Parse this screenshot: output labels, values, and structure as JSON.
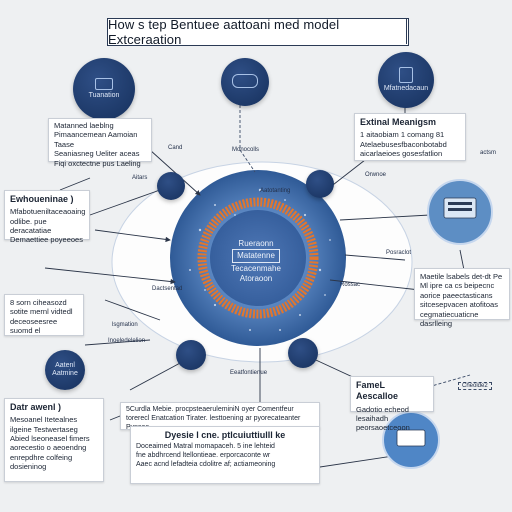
{
  "title": "How s tep Bentuee aattoani med model Extceraation",
  "core": {
    "line1": "Rueraonn",
    "line2": "Matatenne",
    "line3": "Tecacenmahe",
    "line4": "Atoraoon"
  },
  "nodes": {
    "top_left": "Tuanation",
    "top_right": "Mfatnedacaun",
    "bottom_left_line1": "Aatenl",
    "bottom_left_line2": "Aatmine"
  },
  "cards": {
    "top_left": {
      "lines": [
        "Matanned laeblng",
        "Pimaancemean Aamoian Taase",
        "Seaniasneg Ueliter aceas",
        "Fiqi oxctectne pus Laeling"
      ]
    },
    "top_right": {
      "heading": "Extinal Meanigsm",
      "lines": [
        "1 aitaobiam 1 comang 81",
        "Atelaebusesfbaconbotabd",
        "aicarlaeioes gosesfatlion"
      ]
    },
    "left": {
      "heading": "Ewhoueninae )",
      "lines": [
        "Mfabotueniltaceaoaing",
        "odlibe. pue deracatatiae",
        "Demaettiee poyeeoes"
      ]
    },
    "left_mid": {
      "lines": [
        "8 sorn ciheasozd",
        "sotite mernl vidtedl",
        "deceoseesree suomd el"
      ]
    },
    "right": {
      "lines": [
        "Maetile lsabels det-dt Pe",
        "Ml ipre ca cs beipecnc",
        "aorice paeectasticans",
        "sitcesepvacen atofitoas",
        "cegmatiecuaticne dasrlleing"
      ]
    },
    "right_bottom": {
      "heading": "FameL Aescalloe",
      "lines": [
        "Gadotio echeod lesaihadh",
        "peorsaoetceoon"
      ]
    },
    "bottom_left": {
      "heading": "Datr awenl )",
      "lines": [
        "Mesoanel Itetealnes",
        "ilgeine Testwertaseg",
        "Abied lseoneasel fimers",
        "aorecestio o aeoendng",
        "enrepdhre colfeing",
        "dosieninog"
      ]
    },
    "bottom_center": {
      "lines": [
        "5Curdla Mebie. procpsteaeruleminiN oyer Comentfeur",
        "torerecl Enatcation Tirater. lesttoening ar pyorecateanter Pynses"
      ]
    },
    "bottom": {
      "heading": "Dyesie l cne. ptlcuiuttiulll ke",
      "lines": [
        "Doceaimed Matral momapaceh. 5 ine lehteid",
        "fne abdhrcend ltellontieae. erporcaconte wr",
        "Aaec acnd lefadteia cdolitre af; actiameoning"
      ]
    }
  },
  "labels": {
    "cand": "Cand",
    "monocolls": "Monocolls",
    "aitars": "Aitars",
    "aatotanting": "Aatotanting",
    "orwnoe": "Orwnoe",
    "dactsentad": "Dactsentad",
    "posraclot": "Posraclot",
    "rossac": "Rossac",
    "lsgmation": "lsgmation",
    "inoeledelelion": "Inoeledelelion",
    "eeatfontienue": "Eeatfontienue",
    "actsm": "actsm",
    "cheolde2": "Cheolde2"
  },
  "colors": {
    "node_fill": "#1f3d70",
    "core_ring": "#e2762d",
    "core_fill": "#5a86c1",
    "title_border": "#2a3a55"
  }
}
